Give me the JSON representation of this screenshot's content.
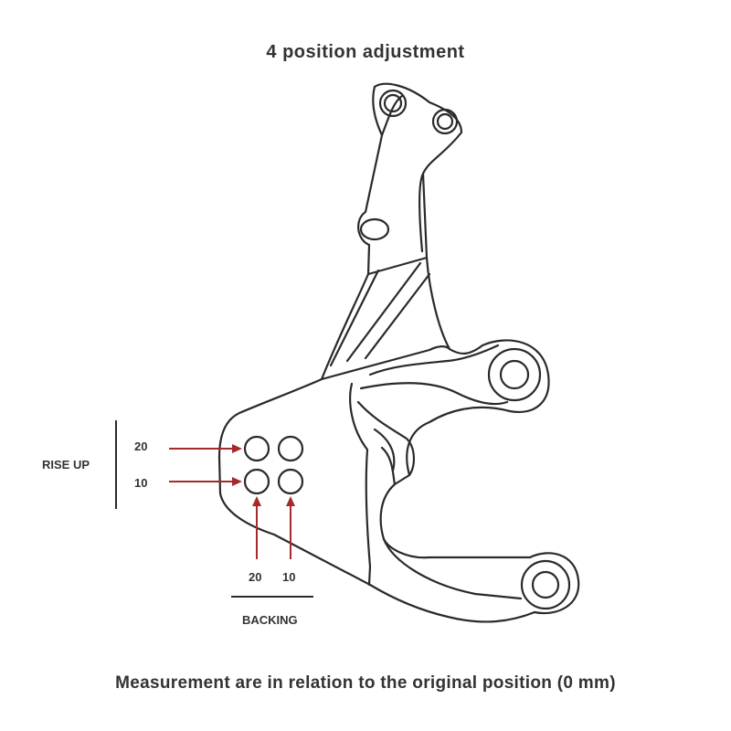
{
  "title": "4 position adjustment",
  "footer": "Measurement are in relation to the original position (0 mm)",
  "rise_up": {
    "label": "RISE UP",
    "values": [
      "20",
      "10"
    ]
  },
  "backing": {
    "label": "BACKING",
    "values": [
      "20",
      "10"
    ]
  },
  "colors": {
    "arrow": "#a52a2a",
    "outline": "#2a2a2a",
    "text": "#333333"
  }
}
